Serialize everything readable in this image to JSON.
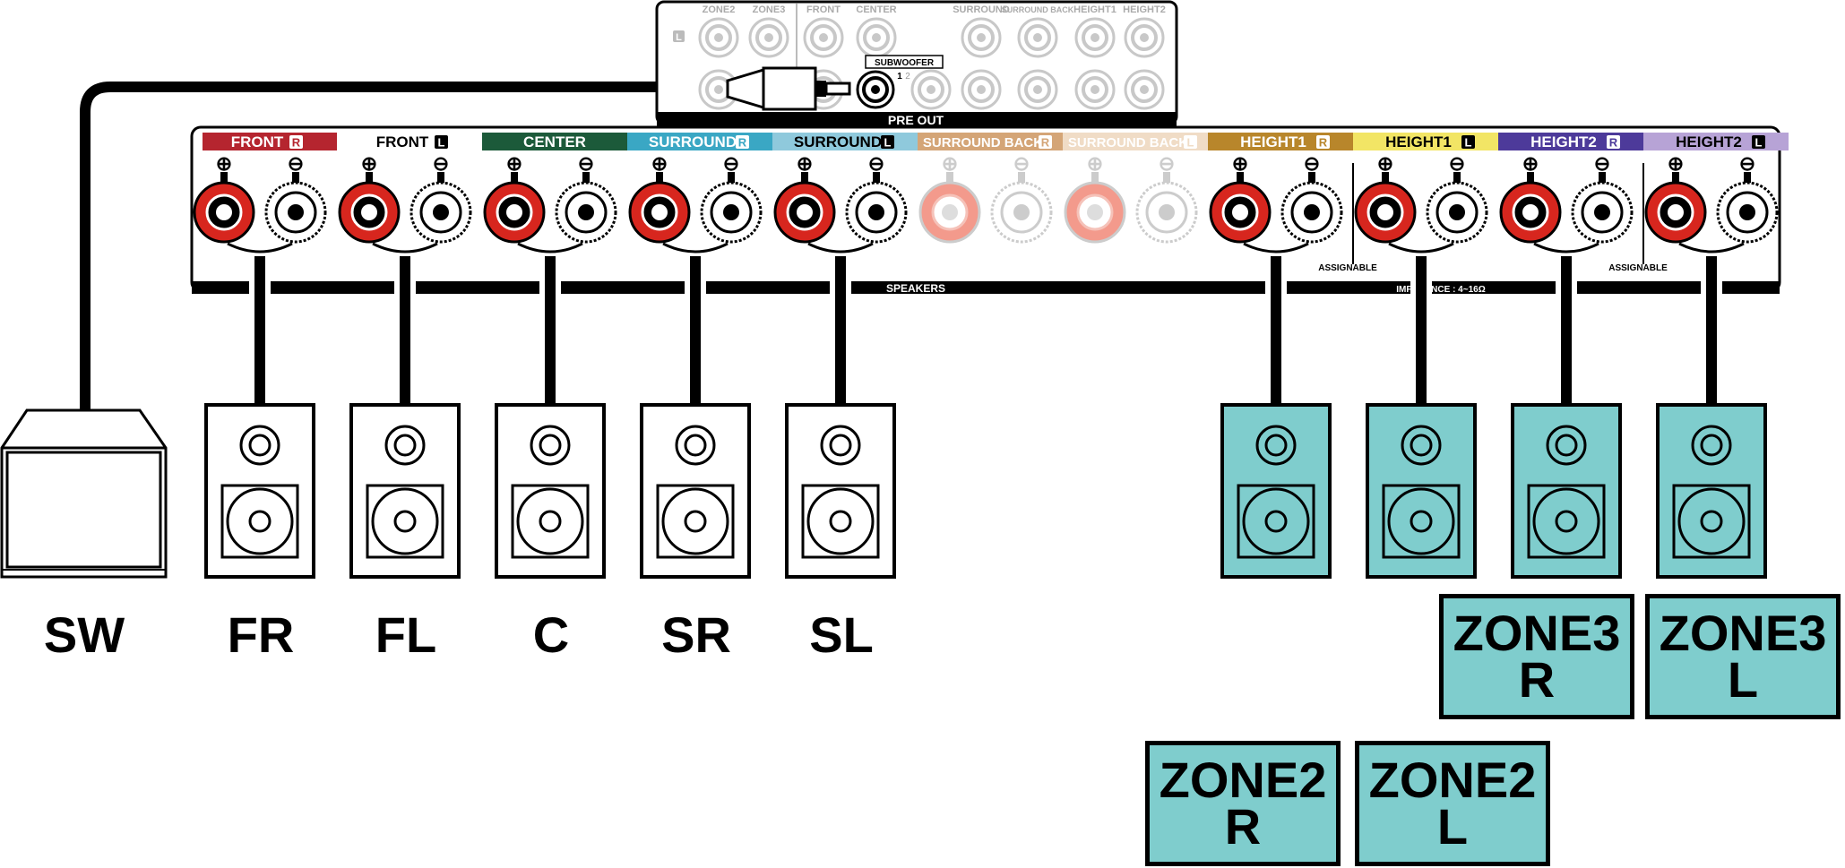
{
  "preout": {
    "title": "PRE OUT",
    "subwoofer_label": "SUBWOOFER",
    "sub_num_1": "1",
    "sub_num_2": "2",
    "side_mark": "L",
    "top_labels": [
      "ZONE2",
      "ZONE3",
      "FRONT",
      "CENTER",
      "SURROUND",
      "SURROUND BACK",
      "HEIGHT1",
      "HEIGHT2"
    ]
  },
  "speaker_panel": {
    "speakers_label": "SPEAKERS",
    "impedance_label": "IMPEDANCE : 4~16Ω",
    "assignable_label": "ASSIGNABLE",
    "plus_sign": "⊕",
    "minus_sign": "⊖",
    "channels": [
      {
        "name": "FRONT",
        "side": "R",
        "color": "#b5252f",
        "text_color": "#ffffff",
        "active": true
      },
      {
        "name": "FRONT",
        "side": "L",
        "color": "#ffffff",
        "text_color": "#000000",
        "active": true
      },
      {
        "name": "CENTER",
        "side": "",
        "color": "#1c5a3a",
        "text_color": "#ffffff",
        "active": true
      },
      {
        "name": "SURROUND",
        "side": "R",
        "color": "#3aa7c4",
        "text_color": "#ffffff",
        "active": true
      },
      {
        "name": "SURROUND",
        "side": "L",
        "color": "#8fc9dc",
        "text_color": "#000000",
        "active": true
      },
      {
        "name": "SURROUND BACK",
        "side": "R",
        "color": "#d4a577",
        "text_color": "#ffffff",
        "active": false
      },
      {
        "name": "SURROUND BACK",
        "side": "L",
        "color": "#f0dcc6",
        "text_color": "#ffffff",
        "active": false
      },
      {
        "name": "HEIGHT1",
        "side": "R",
        "color": "#b8862b",
        "text_color": "#ffffff",
        "active": true
      },
      {
        "name": "HEIGHT1",
        "side": "L",
        "color": "#f2e565",
        "text_color": "#000000",
        "active": true
      },
      {
        "name": "HEIGHT2",
        "side": "R",
        "color": "#4d3a9a",
        "text_color": "#ffffff",
        "active": true
      },
      {
        "name": "HEIGHT2",
        "side": "L",
        "color": "#b7a3d6",
        "text_color": "#000000",
        "active": true
      }
    ]
  },
  "speakers": [
    {
      "label": "SW"
    },
    {
      "label": "FR"
    },
    {
      "label": "FL"
    },
    {
      "label": "C"
    },
    {
      "label": "SR"
    },
    {
      "label": "SL"
    }
  ],
  "zones": {
    "zone3_r": {
      "line1": "ZONE3",
      "line2": "R"
    },
    "zone3_l": {
      "line1": "ZONE3",
      "line2": "L"
    },
    "zone2_r": {
      "line1": "ZONE2",
      "line2": "R"
    },
    "zone2_l": {
      "line1": "ZONE2",
      "line2": "L"
    }
  },
  "colors": {
    "zone_speaker_fill": "#7fcdcd",
    "terminal_red": "#d7261e",
    "inactive_terminal": "#f39a8c"
  }
}
